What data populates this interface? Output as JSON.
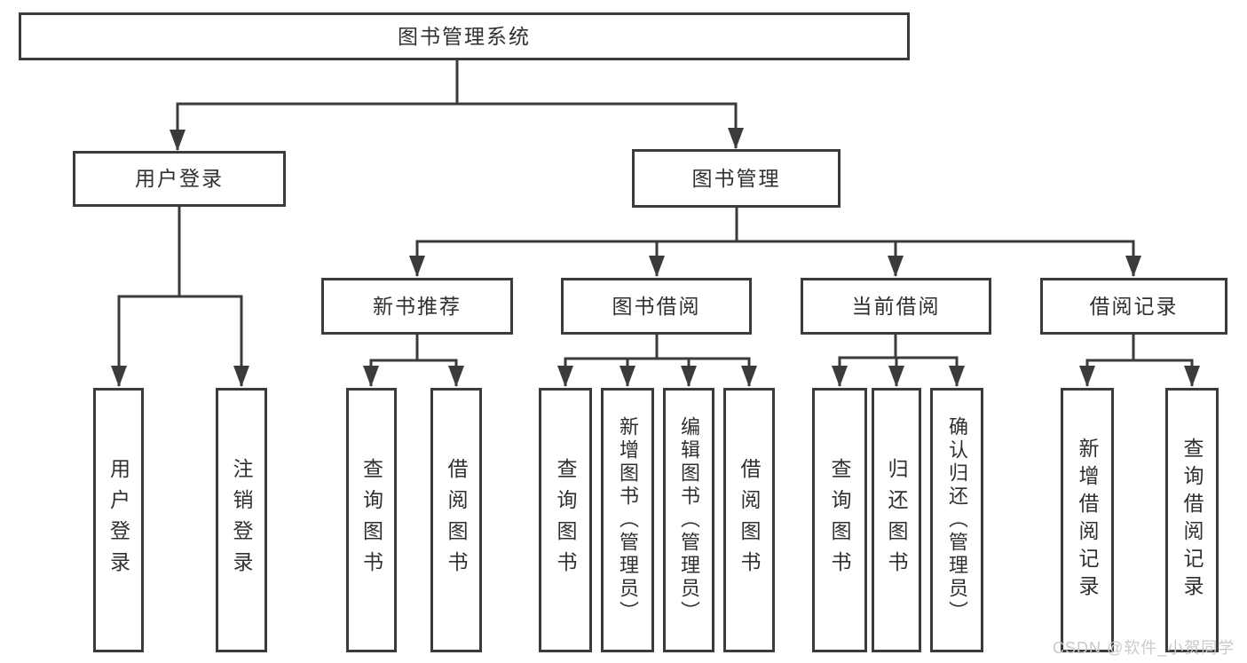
{
  "tree": {
    "root": "图书管理系统",
    "level1": [
      {
        "label": "用户登录",
        "leaves": [
          "用户登录",
          "注销登录"
        ]
      },
      {
        "label": "图书管理",
        "groups": [
          {
            "label": "新书推荐",
            "leaves": [
              "查询图书",
              "借阅图书"
            ]
          },
          {
            "label": "图书借阅",
            "leaves": [
              "查询图书",
              "新增图书（管理员）",
              "编辑图书（管理员）",
              "借阅图书"
            ]
          },
          {
            "label": "当前借阅",
            "leaves": [
              "查询图书",
              "归还图书",
              "确认归还（管理员）"
            ]
          },
          {
            "label": "借阅记录",
            "leaves": [
              "新增借阅记录",
              "查询借阅记录"
            ]
          }
        ]
      }
    ]
  },
  "watermark": {
    "text": "CSDN @软件_小贺同学"
  },
  "colors": {
    "line": "#3b3b3b",
    "border": "#3b3b3b",
    "text": "#303030",
    "background": "#ffffff",
    "watermark": "#c9c9ce"
  }
}
